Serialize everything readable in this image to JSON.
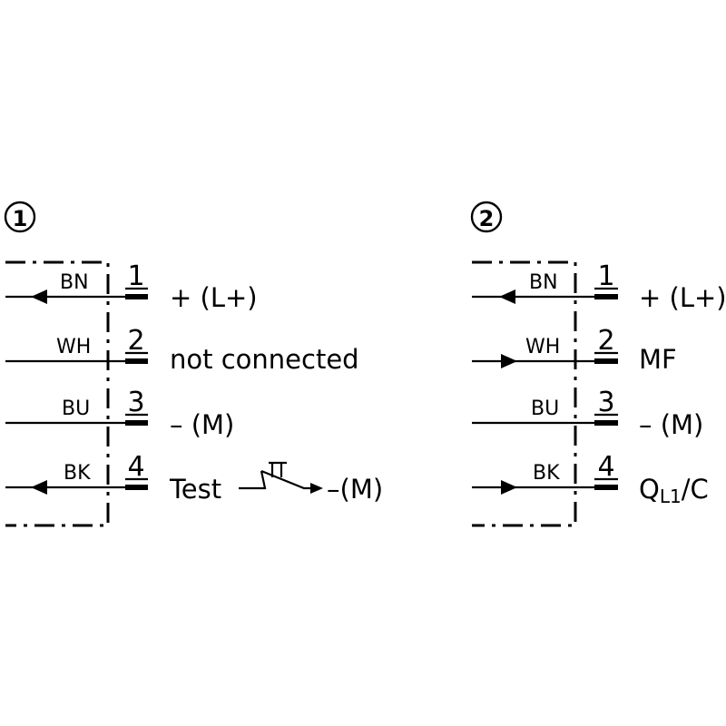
{
  "diagrams": [
    {
      "marker": "①",
      "pins": [
        {
          "wire": "BN",
          "number": "1",
          "function": "+ (L+)",
          "arrow": "out"
        },
        {
          "wire": "WH",
          "number": "2",
          "function": "not connected",
          "arrow": "none"
        },
        {
          "wire": "BU",
          "number": "3",
          "function": "– (M)",
          "arrow": "none"
        },
        {
          "wire": "BK",
          "number": "4",
          "function": "Test",
          "arrow": "out",
          "switch_target": "–(M)"
        }
      ]
    },
    {
      "marker": "②",
      "pins": [
        {
          "wire": "BN",
          "number": "1",
          "function": "+ (L+)",
          "arrow": "out"
        },
        {
          "wire": "WH",
          "number": "2",
          "function": "MF",
          "arrow": "in"
        },
        {
          "wire": "BU",
          "number": "3",
          "function": "– (M)",
          "arrow": "none"
        },
        {
          "wire": "BK",
          "number": "4",
          "function_main": "Q",
          "function_sub": "L1",
          "function_tail": "/C",
          "arrow": "in"
        }
      ]
    }
  ]
}
